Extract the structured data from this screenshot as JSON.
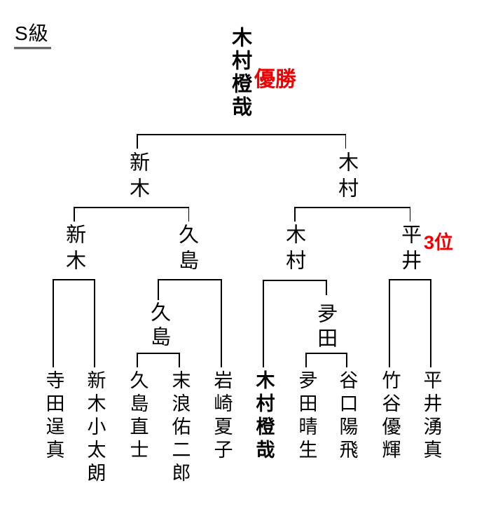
{
  "colors": {
    "background": "#ffffff",
    "line": "#000000",
    "text": "#000000",
    "red": "#ee0000"
  },
  "header": {
    "class_label": "S級"
  },
  "bracket": {
    "champion": {
      "name": "木村橙哉",
      "award": "優勝"
    },
    "third_place_award": "3位",
    "round2": {
      "left": "新木",
      "right": "木村"
    },
    "round1": {
      "p1": "新木",
      "p2": "久島",
      "p3": "木村",
      "p4": "平井"
    },
    "prelim": {
      "p1": "久島",
      "p2": "夛田"
    },
    "players": {
      "p1": "寺田逞真",
      "p2": "新木小太朗",
      "p3": "久島直士",
      "p4": "末浪佑二郎",
      "p5": "岩崎夏子",
      "p6": "木村橙哉",
      "p7": "夛田晴生",
      "p8": "谷口陽飛",
      "p9": "竹谷優輝",
      "p10": "平井湧真"
    }
  }
}
